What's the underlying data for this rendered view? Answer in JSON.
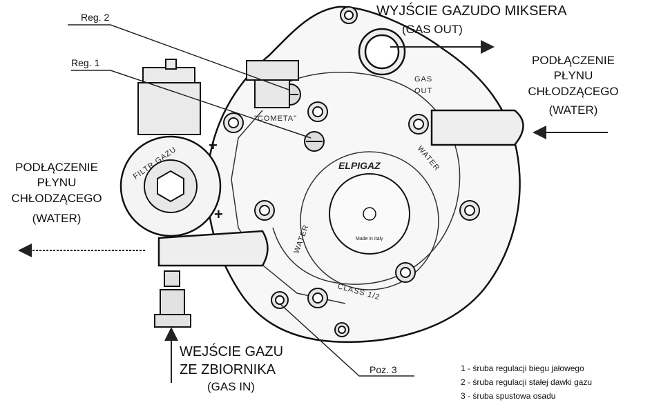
{
  "callouts": {
    "reg2": "Reg. 2",
    "reg1": "Reg. 1",
    "poz3": "Poz. 3"
  },
  "labels": {
    "gas_out_line1": "WYJŚCIE GAZUDO MIKSERA",
    "gas_out_line2": "(GAS OUT)",
    "water_right_line1": "PODŁĄCZENIE",
    "water_right_line2": "PŁYNU",
    "water_right_line3": "CHŁODZĄCEGO",
    "water_right_line4": "(WATER)",
    "water_left_line1": "PODŁĄCZENIE",
    "water_left_line2": "PŁYNU",
    "water_left_line3": "CHŁODZĄCEGO",
    "water_left_line4": "(WATER)",
    "gas_in_line1": "WEJŚCIE GAZU",
    "gas_in_line2": "ZE ZBIORNIKA",
    "gas_in_line3": "(GAS IN)"
  },
  "device_markings": {
    "gas_out_1": "GAS",
    "gas_out_2": "OUT",
    "cometa": "\"COMETA\"",
    "filtr_gazu": "FILTR GAZU",
    "water_a": "WATER",
    "water_b": "WATER",
    "class": "CLASS 1/2",
    "brand": "ELPIGAZ",
    "made_in_italy": "Made in Italy",
    "plus_1": "+",
    "plus_2": "+"
  },
  "legend": [
    "1 - śruba regulacji biegu jałowego",
    "2 - śruba regulacji stałej dawki gazu",
    "3 - śruba spustowa osadu"
  ]
}
